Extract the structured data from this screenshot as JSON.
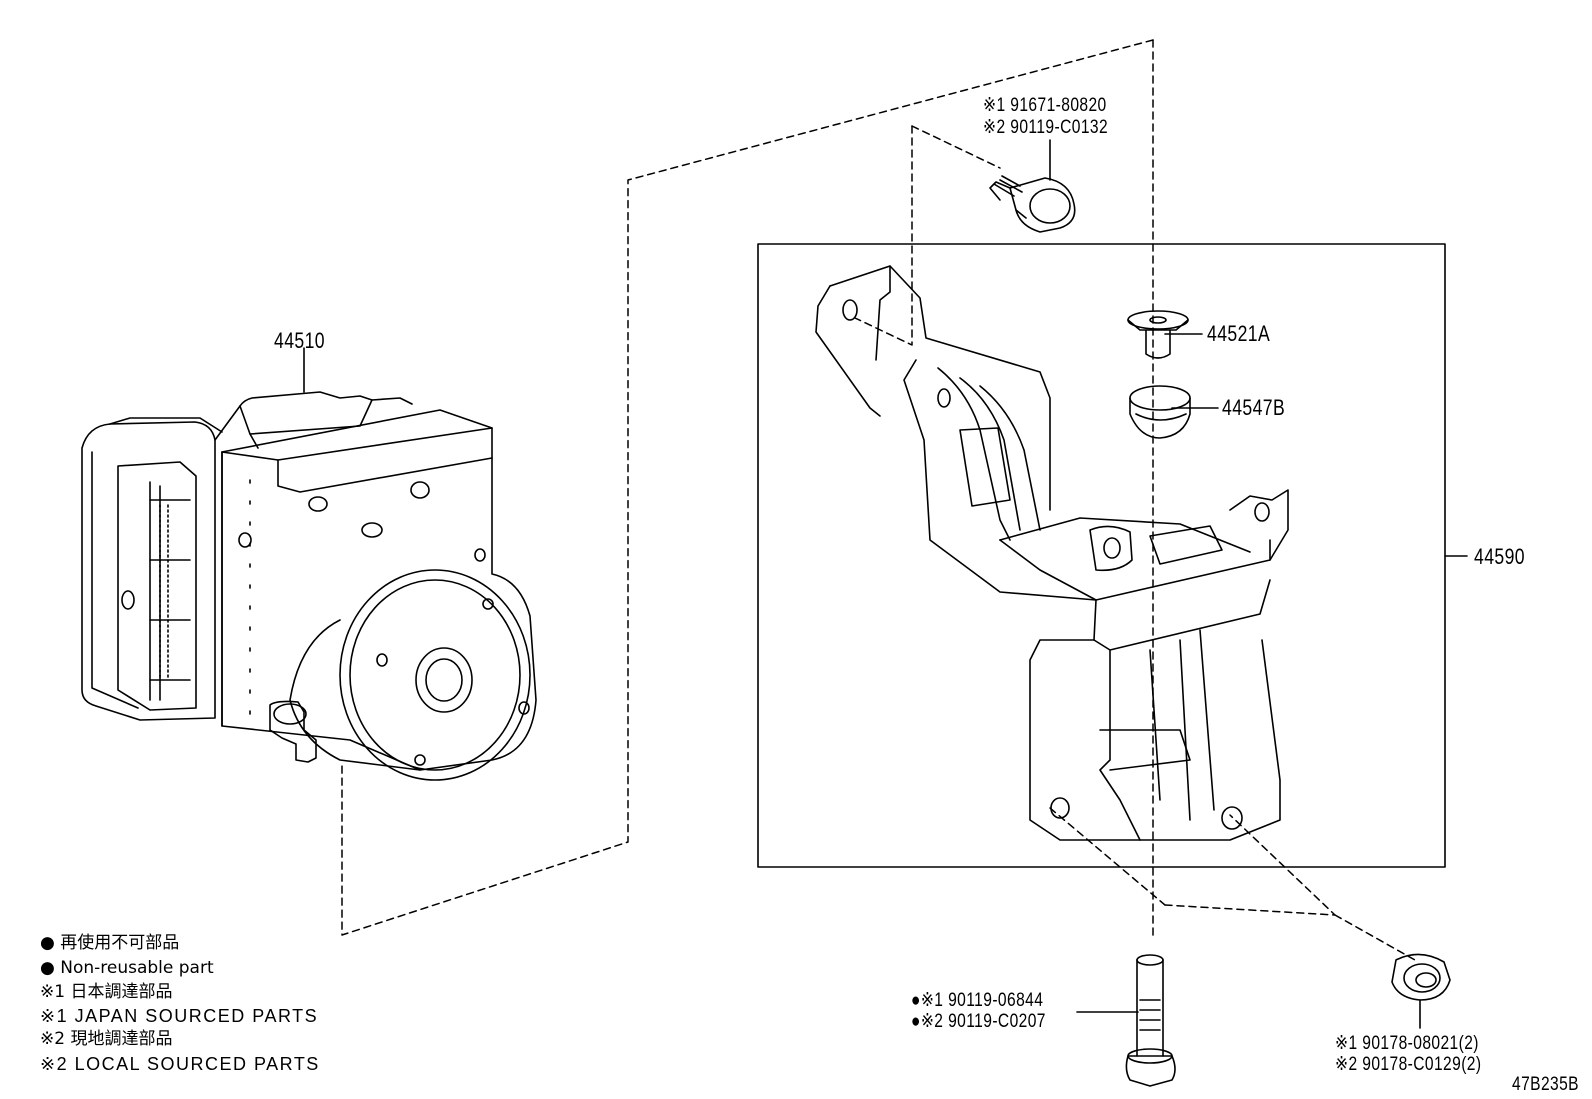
{
  "callouts": {
    "unit": "44510",
    "bracket_assy": "44590",
    "collar": "44521A",
    "cushion": "44547B",
    "top_bolt": [
      "※1 91671-80820",
      "※2 90119-C0132"
    ],
    "bottom_bolt": [
      "●※1 90119-06844",
      "●※2 90119-C0207"
    ],
    "nut": [
      "※1 90178-08021(2)",
      "※2 90178-C0129(2)"
    ]
  },
  "legend": [
    "● 再使用不可部品",
    "● Non-reusable part",
    "※1 日本調達部品",
    "※1 JAPAN SOURCED PARTS",
    "※2 現地調達部品",
    "※2 LOCAL SOURCED PARTS"
  ],
  "drawing_code": "47B235B"
}
